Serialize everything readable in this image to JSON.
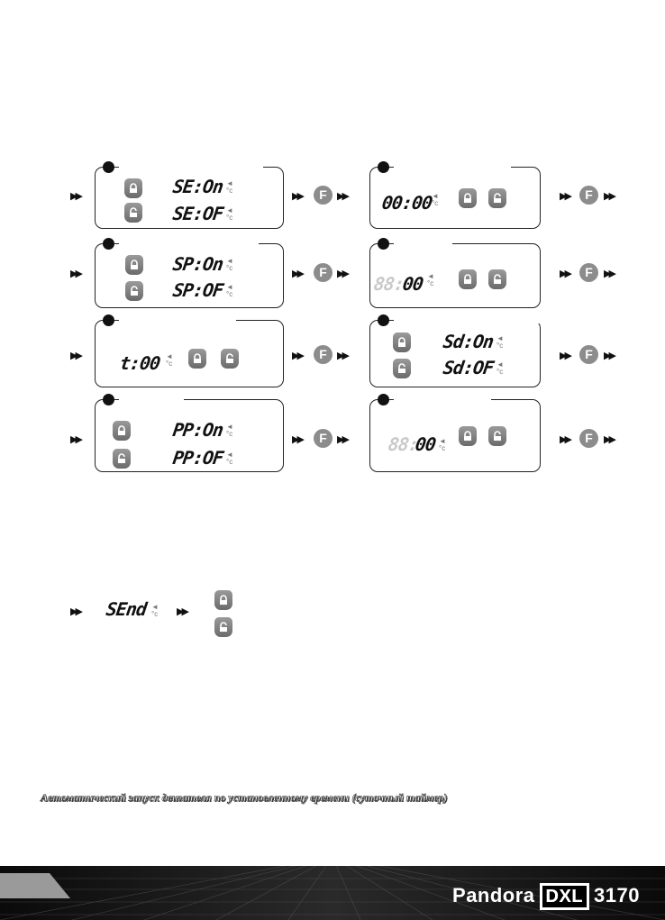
{
  "rows": [
    {
      "left": {
        "type": "pair",
        "on": "SE:On",
        "off": "SE:OF"
      },
      "right": {
        "type": "clock",
        "value": "00:00"
      }
    },
    {
      "left": {
        "type": "pair",
        "on": "SP:On",
        "off": "SP:OF"
      },
      "right": {
        "type": "clock",
        "value": "00"
      }
    },
    {
      "left": {
        "type": "clock",
        "value": "t:00"
      },
      "right": {
        "type": "pair",
        "on": "Sd:On",
        "off": "Sd:OF"
      }
    },
    {
      "left": {
        "type": "pair",
        "on": "PP:On",
        "off": "PP:OF"
      },
      "right": {
        "type": "clock",
        "value": "00"
      }
    }
  ],
  "send": {
    "label": "SEnd"
  },
  "button_label": "F",
  "arrow_glyph": "▶▶",
  "caption": "Автоматический запуск двигателя по установленному времени (суточный таймер)",
  "footer": {
    "brand": "Pandora",
    "model": "DXL",
    "number": "3170"
  },
  "colors": {
    "lock_gray": "#808080",
    "f_button": "#8c8c8c",
    "footer_bg": "#111111"
  }
}
